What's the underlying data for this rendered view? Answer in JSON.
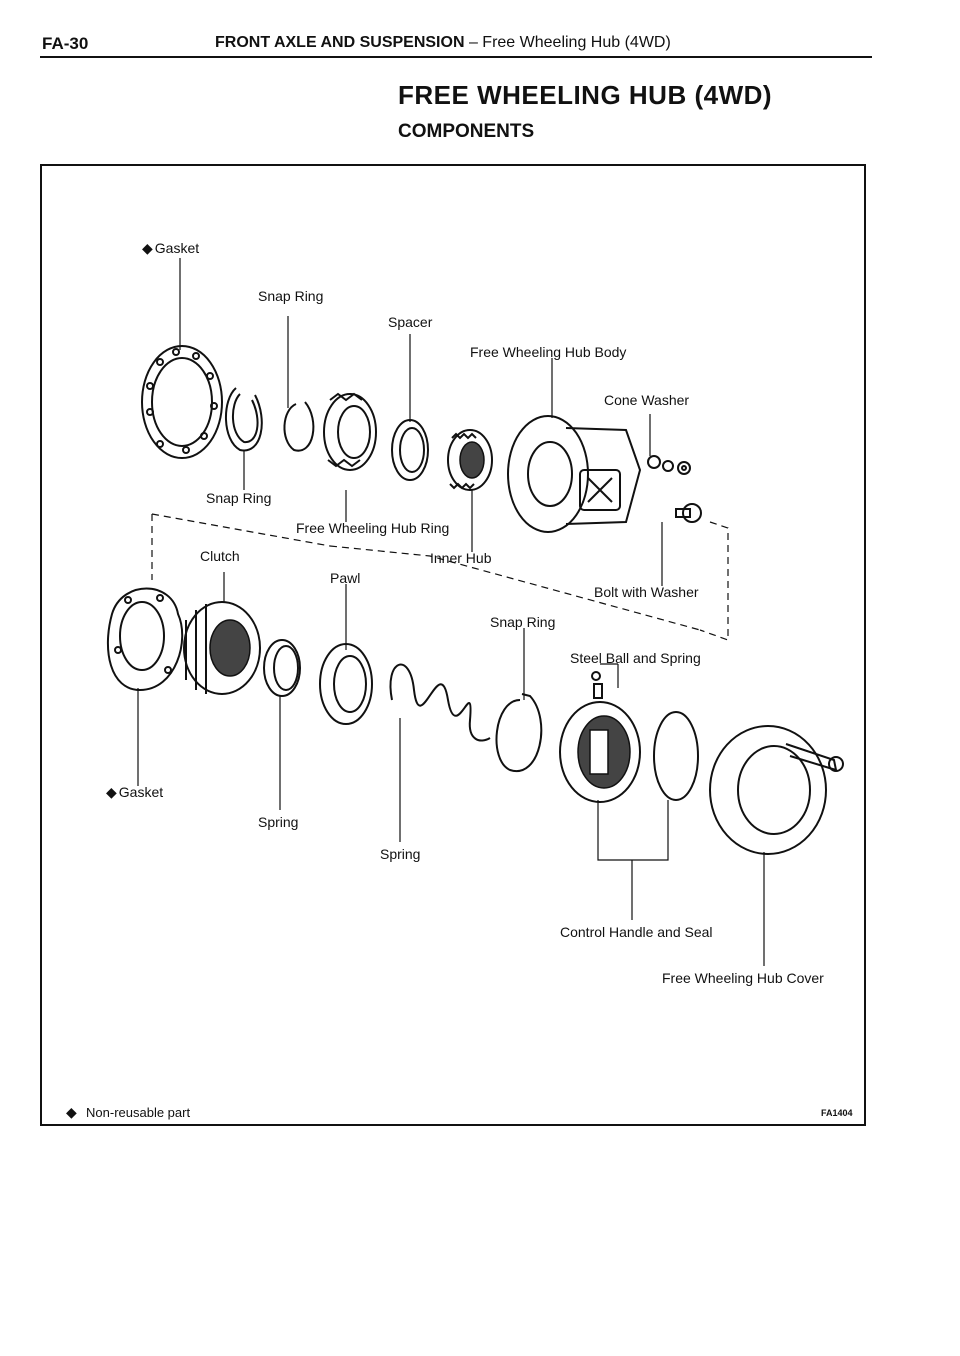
{
  "header": {
    "page_code": "FA-30",
    "section_bold": "FRONT AXLE AND SUSPENSION",
    "section_rest": "– Free Wheeling Hub (4WD)"
  },
  "title": "FREE WHEELING HUB (4WD)",
  "subtitle": "COMPONENTS",
  "labels": {
    "gasket_top": "Gasket",
    "snap_ring_top": "Snap Ring",
    "spacer": "Spacer",
    "hub_body": "Free Wheeling Hub Body",
    "cone_washer": "Cone Washer",
    "snap_ring_mid": "Snap Ring",
    "hub_ring": "Free Wheeling Hub Ring",
    "clutch": "Clutch",
    "inner_hub": "Inner Hub",
    "pawl": "Pawl",
    "bolt_washer": "Bolt with Washer",
    "snap_ring_low": "Snap Ring",
    "steel_ball": "Steel Ball and Spring",
    "gasket_bottom": "Gasket",
    "spring_1": "Spring",
    "spring_2": "Spring",
    "control_handle": "Control Handle and Seal",
    "hub_cover": "Free Wheeling Hub Cover"
  },
  "footer": {
    "nonreusable": "Non-reusable part",
    "figure_code": "FA1404"
  },
  "icons": {
    "nonreusable_marker": "diamond-icon"
  }
}
